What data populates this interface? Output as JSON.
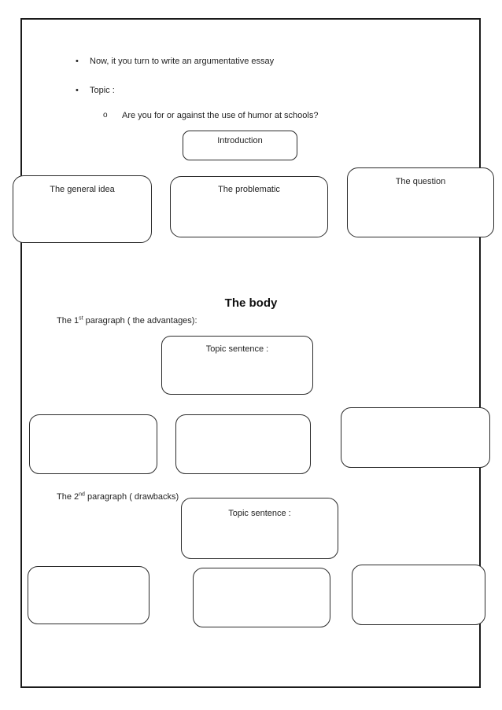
{
  "colors": {
    "page_background": "#ffffff",
    "page_border": "#1b1b1b",
    "box_border": "#2b2b2b",
    "text": "#1f1f1f"
  },
  "bullets": [
    {
      "marker": "•",
      "text": "Now, it you turn to write an argumentative essay"
    },
    {
      "marker": "•",
      "text": "Topic :"
    },
    {
      "marker": "o",
      "text": "Are you for or against the use of humor at schools?"
    }
  ],
  "headings": {
    "body": "The body"
  },
  "labels": {
    "paragraph1": {
      "prefix": "The 1",
      "sup": "st",
      "suffix": " paragraph ( the advantages):"
    },
    "paragraph2": {
      "prefix": "The 2",
      "sup": "nd",
      "suffix": " paragraph ( drawbacks)"
    }
  },
  "boxes": {
    "introduction": "Introduction",
    "general_idea": "The general idea",
    "problematic": "The problematic",
    "question": "The question",
    "topic_sentence_1": "Topic sentence :",
    "topic_sentence_2": "Topic sentence :"
  }
}
